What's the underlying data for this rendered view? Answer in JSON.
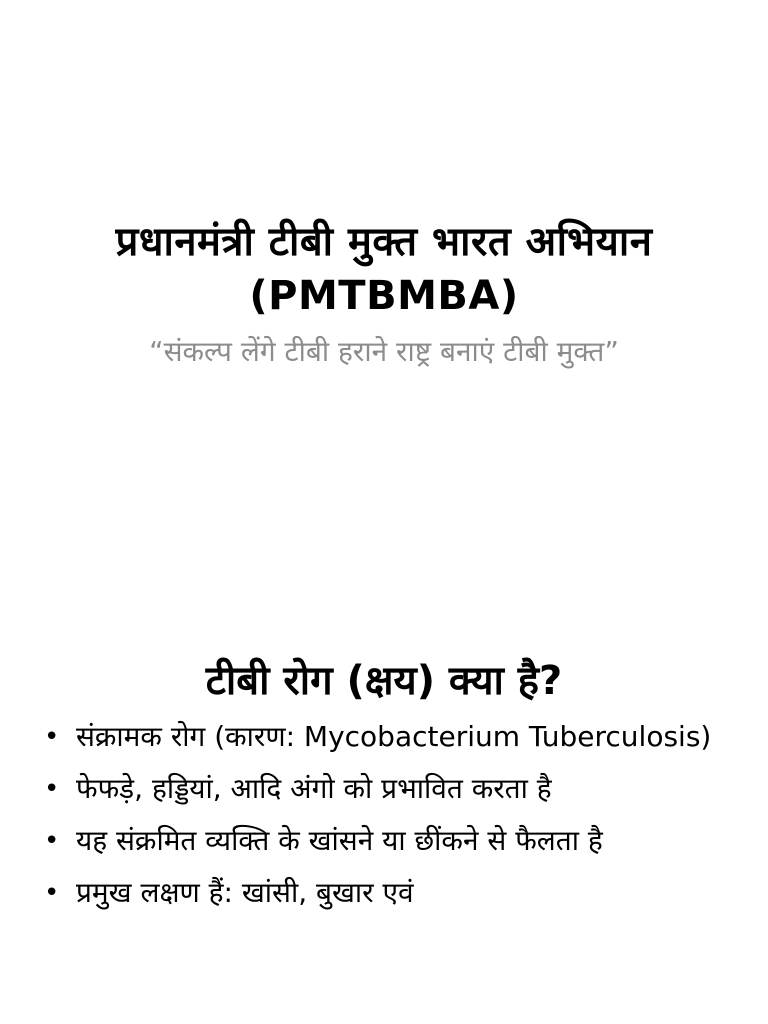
{
  "slide1": {
    "title": "प्रधानमंत्री टीबी मुक्त भारत अभियान (PMTBMBA)",
    "subtitle": "“संकल्प लेंगे टीबी हराने राष्ट्र बनाएं टीबी मुक्त”"
  },
  "slide2": {
    "title": "टीबी रोग (क्षय) क्या है?",
    "bullets": [
      "संक्रामक रोग (कारण: Mycobacterium Tuberculosis)",
      "फेफड़े, हड्डियां, आदि अंगो को प्रभावित करता है",
      "यह संक्रमित व्यक्ति के खांसने या छींकने से फैलता है",
      "प्रमुख लक्षण हैं: खांसी, बुखार एवं"
    ]
  }
}
